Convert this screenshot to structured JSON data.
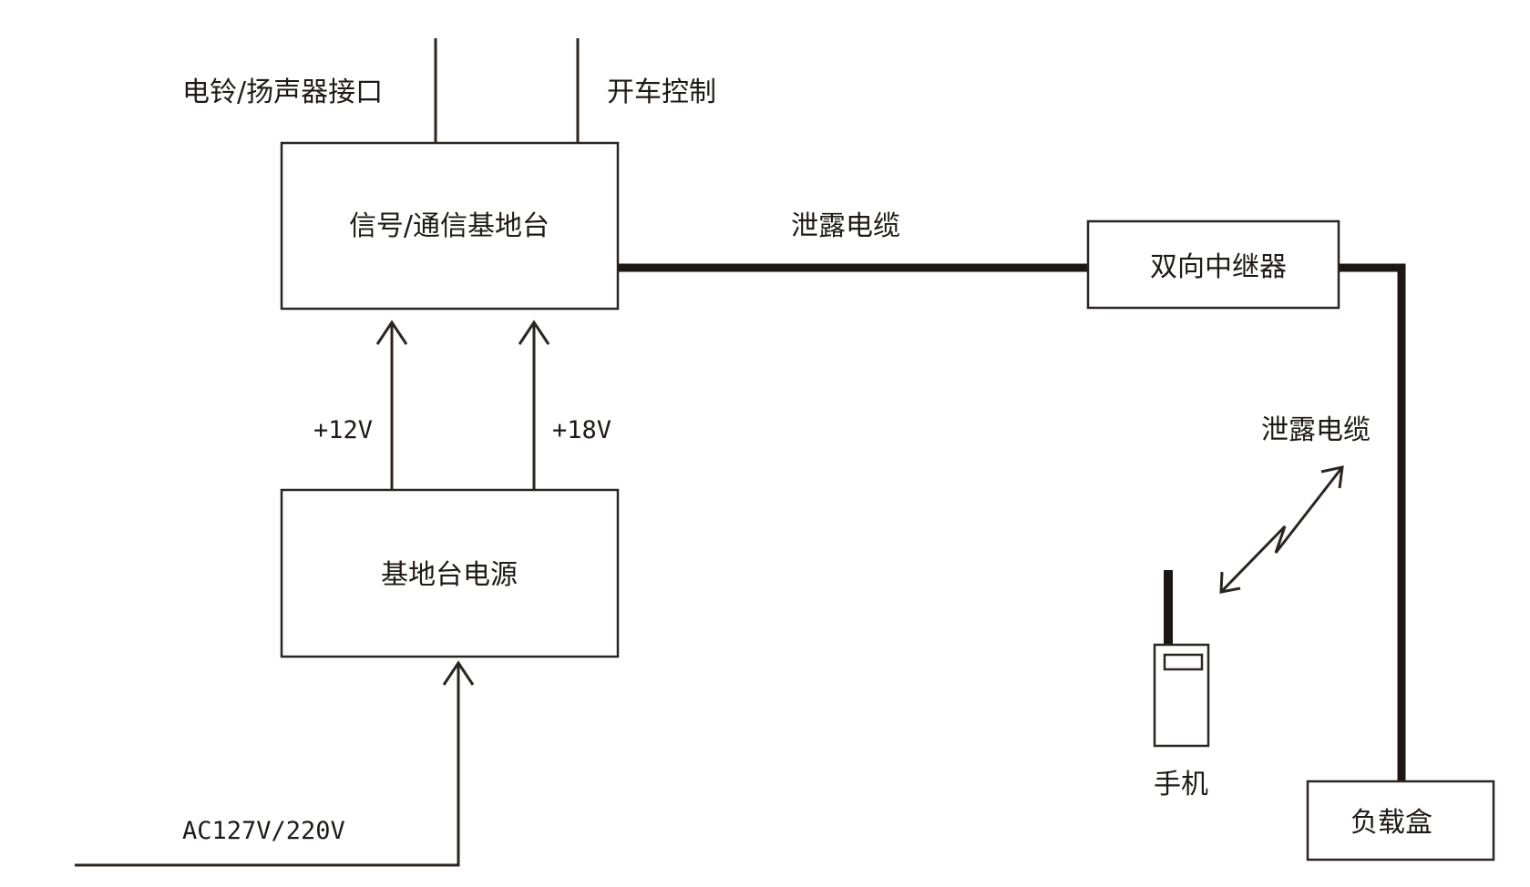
{
  "labels": {
    "bell_speaker_interface": "电铃/扬声器接口",
    "start_control": "开车控制",
    "base_station": "信号/通信基地台",
    "leaky_cable_top": "泄露电缆",
    "repeater": "双向中继器",
    "leaky_cable_side": "泄露电缆",
    "voltage_12": "+12V",
    "voltage_18": "+18V",
    "power_supply": "基地台电源",
    "phone": "手机",
    "ac_input": "AC127V/220V",
    "load_box": "负载盒"
  },
  "colors": {
    "line": "#2b2522",
    "text": "#1f1a17",
    "background": "#ffffff"
  }
}
